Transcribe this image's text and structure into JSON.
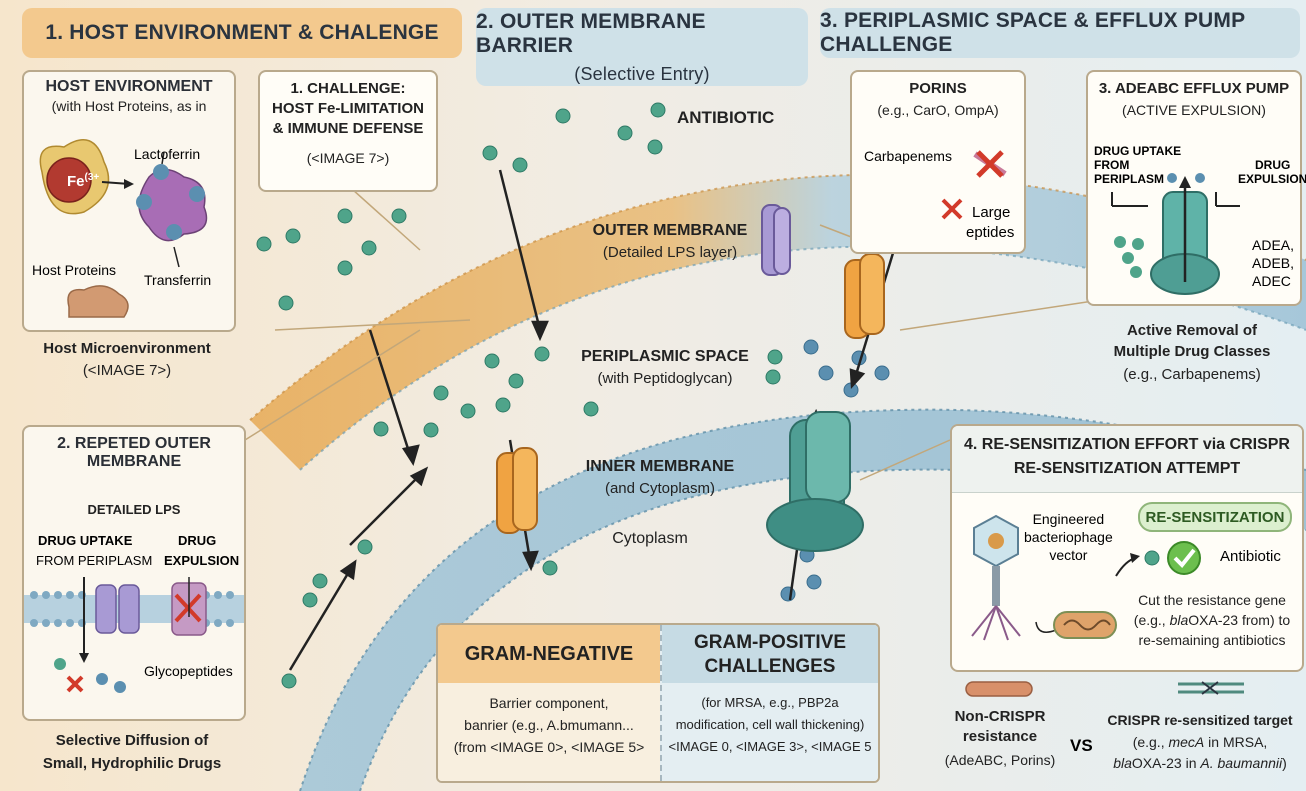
{
  "headers": {
    "h1": "1. HOST ENVIRONMENT & CHALENGE",
    "h2_title": "2. OUTER MEMBRANE BARRIER",
    "h2_sub": "(Selective Entry)",
    "h3": "3. PERIPLASMIC SPACE & EFFLUX PUMP CHALLENGE"
  },
  "host_env": {
    "title": "HOST ENVIRONMENT",
    "subtitle": "(with Host Proteins, as in",
    "fe": "Fe",
    "fe_sup": "(3+",
    "lactoferrin": "Lactoferrin",
    "host_proteins": "Host Proteins",
    "transferrin": "Transferrin",
    "caption1": "Host Microenvironment",
    "caption2": "(<IMAGE 7>)"
  },
  "challenge": {
    "line1": "1. CHALLENGE:",
    "line2": "HOST Fe-LIMITATION",
    "line3": "& IMMUNE DEFENSE",
    "line4": "(<IMAGE 7>)"
  },
  "center": {
    "antibiotic": "ANTIBIOTIC",
    "outer_title": "OUTER MEMBRANE",
    "outer_sub": "(Detailed LPS layer)",
    "peri_title": "PERIPLASMIC SPACE",
    "peri_sub": "(with Peptidoglycan)",
    "inner_title": "INNER MEMBRANE",
    "inner_sub": "(and Cytoplasm)",
    "cytoplasm": "Cytoplasm"
  },
  "porins": {
    "title": "PORINS",
    "sub": "(e.g., CarO, OmpA)",
    "carbapenems": "Carbapenems",
    "large1": "Large",
    "large2": "eptides"
  },
  "efflux": {
    "title": "3. ADEABC EFFLUX PUMP",
    "sub": "(ACTIVE EXPULSION)",
    "uptake1": "DRUG UPTAKE",
    "uptake2": "FROM",
    "uptake3": "PERIPLASM",
    "expul1": "DRUG",
    "expul2": "EXPULSION",
    "genes1": "ADEA,",
    "genes2": "ADEB,",
    "genes3": "ADEC",
    "caption1": "Active Removal of",
    "caption2": "Multiple Drug Classes",
    "caption3": "(e.g., Carbapenems)"
  },
  "repeated": {
    "title1": "2. REPETED OUTER",
    "title2": "MEMBRANE",
    "lps": "DETAILED LPS",
    "uptake1": "DRUG UPTAKE",
    "uptake2": "FROM PERIPLASM",
    "expul1": "DRUG",
    "expul2": "EXPULSION",
    "glyco": "Glycopeptides",
    "caption1": "Selective Diffusion of",
    "caption2": "Small, Hydrophilic Drugs"
  },
  "gram": {
    "neg_title": "GRAM-NEGATIVE",
    "neg_text1": "Barrier component,",
    "neg_text2": "banrier (e.g., A.bmumann...",
    "neg_text3": "(from <IMAGE 0>, <IMAGE 5>",
    "pos_title1": "GRAM-POSITIVE",
    "pos_title2": "CHALLENGES",
    "pos_text1": "(for MRSA, e.g., PBP2a",
    "pos_text2": "modification, cell wall thickening)",
    "pos_text3": "<IMAGE 0, <IMAGE 3>, <IMAGE 5"
  },
  "crispr": {
    "title1": "4. RE-SENSITIZATION EFFORT via CRISPR",
    "title2": "RE-SENSITIZATION ATTEMPT",
    "phage1": "Engineered",
    "phage2": "bacteriophage",
    "phage3": "vector",
    "badge": "RE-SENSITIZATION",
    "antibiotic": "Antibiotic",
    "cut1": "Cut the resistance gene",
    "cut2_pre": "(e.g., ",
    "cut2_it": "bla",
    "cut2_post": "OXA-23 from) to",
    "cut3": "re-semaining antibiotics"
  },
  "legend": {
    "noncrispr1": "Non-CRISPR",
    "noncrispr2": "resistance",
    "noncrispr3": "(AdeABC, Porins)",
    "vs": "VS",
    "crispr1": "CRISPR re-sensitized target",
    "crispr2_pre": "(e.g., ",
    "crispr2_it": "mecA",
    "crispr2_post": " in MRSA,",
    "crispr3_it1": "bla",
    "crispr3_mid": "OXA-23 in ",
    "crispr3_it2": "A. baumannii",
    "crispr3_post": ")"
  },
  "colors": {
    "orange_header": "#f3c98e",
    "blue_header": "#cfe1e8",
    "membrane_orange": "#e9b86a",
    "membrane_blue": "#9fc3d6",
    "drug_teal": "#4fa48a",
    "porin_orange": "#f0a342",
    "pump_teal": "#4f9e94"
  }
}
